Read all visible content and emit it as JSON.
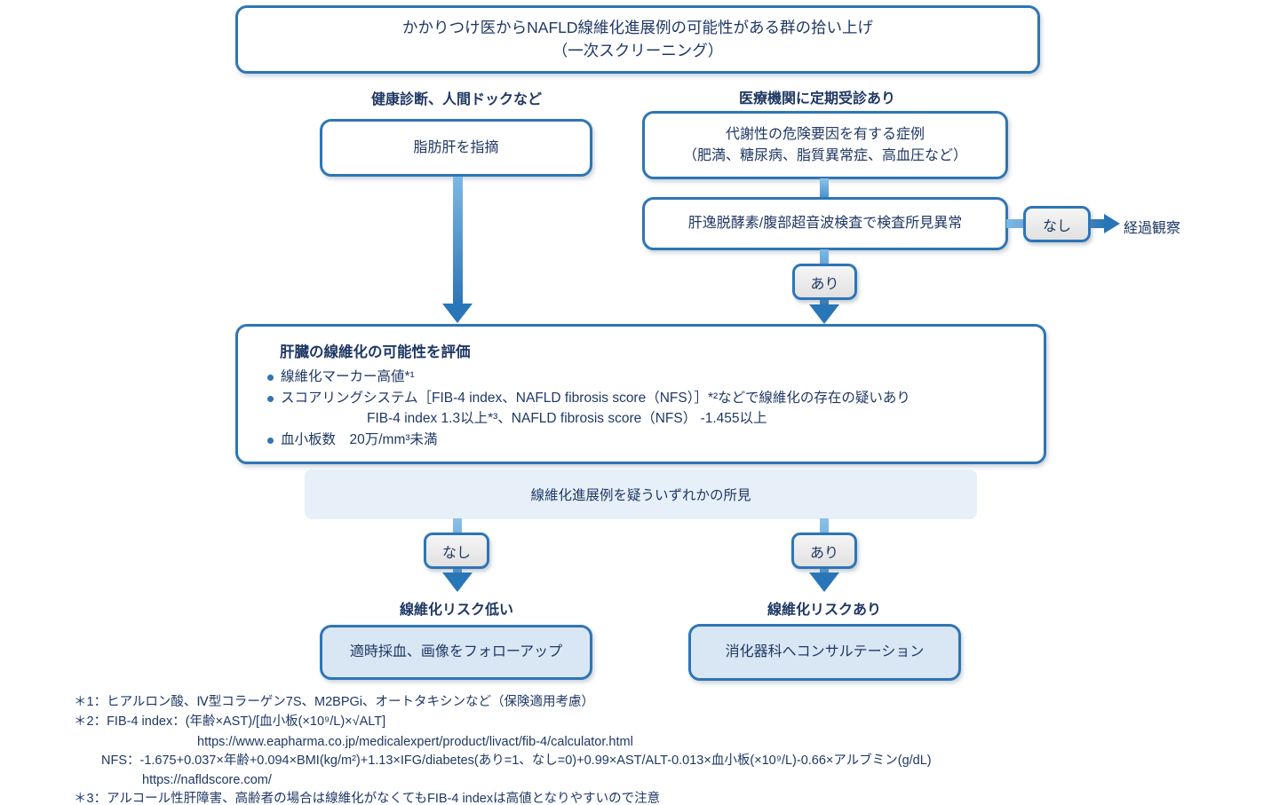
{
  "colors": {
    "accent": "#2E75B6",
    "navy": "#1F3864",
    "light_fill": "#D9E7F5",
    "band_fill": "#E7F0F9",
    "badge_fill": "#E9E9E9"
  },
  "header": {
    "title_line1": "かかりつけ医からNAFLD線維化進展例の可能性がある群の拾い上げ",
    "title_line2": "（一次スクリーニング）"
  },
  "branches": {
    "left_heading": "健康診断、人間ドックなど",
    "right_heading": "医療機関に定期受診あり"
  },
  "nodes": {
    "fatty_liver": "脂肪肝を指摘",
    "metabolic_line1": "代謝性の危険要因を有する症例",
    "metabolic_line2": "（肥満、糖尿病、脂質異常症、高血圧など）",
    "enzyme_ultrasound": "肝逸脱酵素/腹部超音波検査で検査所見異常",
    "observation": "経過観察",
    "band": "線維化進展例を疑ういずれかの所見",
    "low_risk": "線維化リスク低い",
    "has_risk": "線維化リスクあり",
    "followup": "適時採血、画像をフォローアップ",
    "consult": "消化器科へコンサルテーション"
  },
  "evaluation": {
    "title": "肝臓の線維化の可能性を評価",
    "bullet1": "線維化マーカー高値*¹",
    "bullet2": "スコアリングシステム［FIB-4 index、NAFLD fibrosis score（NFS）］*²などで線維化の存在の疑いあり",
    "bullet2_sub": "FIB-4 index 1.3以上*³、NAFLD fibrosis score（NFS） -1.455以上",
    "bullet3": "血小板数　20万/mm³未満"
  },
  "labels": {
    "no": "なし",
    "yes": "あり"
  },
  "footnotes": {
    "f1": "＊1：ヒアルロン酸、Ⅳ型コラーゲン7S、M2BPGi、オートタキシンなど（保険適用考慮）",
    "f2": "＊2：FIB-4 index：(年齢×AST)/[血小板(×10⁹/L)×√ALT]",
    "f2_url": "https://www.eapharma.co.jp/medicalexpert/product/livact/fib-4/calculator.html",
    "nfs": "NFS：-1.675+0.037×年齢+0.094×BMI(kg/m²)+1.13×IFG/diabetes(あり=1、なし=0)+0.99×AST/ALT-0.013×血小板(×10⁹/L)-0.66×アルブミン(g/dL)",
    "nfs_url": "https://nafldscore.com/",
    "f3": "＊3：アルコール性肝障害、高齢者の場合は線維化がなくてもFIB-4 indexは高値となりやすいので注意"
  }
}
